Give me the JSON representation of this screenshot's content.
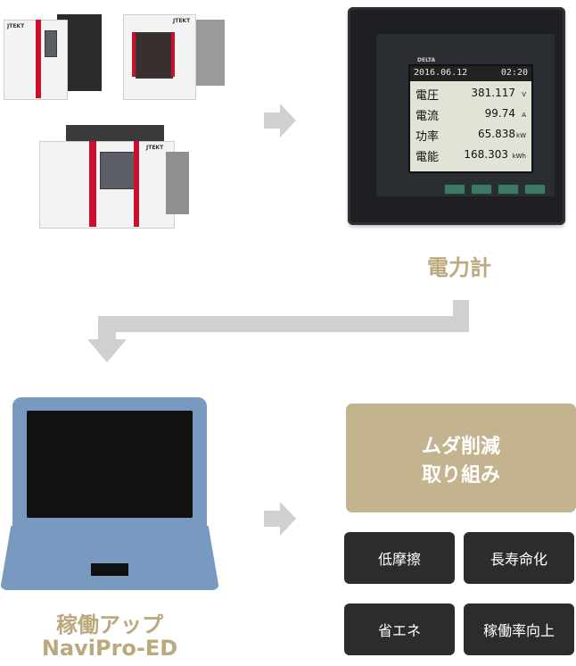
{
  "meter": {
    "brand": "DELTA",
    "date": "2016.06.12",
    "time": "02:20",
    "rows": [
      {
        "label": "電圧",
        "value": "381.117",
        "unit": "V"
      },
      {
        "label": "電流",
        "value": "99.74",
        "unit": "A"
      },
      {
        "label": "功率",
        "value": "65.838",
        "unit": "kW"
      },
      {
        "label": "電能",
        "value": "168.303",
        "unit": "kWh"
      }
    ]
  },
  "labels": {
    "power_meter": "電力計",
    "app_line1": "稼働アップ",
    "app_line2": "NaviPro-ED"
  },
  "outcome": {
    "line1": "ムダ削減",
    "line2": "取り組み",
    "benefits": [
      "低摩擦",
      "長寿命化",
      "省エネ",
      "稼働率向上"
    ]
  },
  "machine_logo": "JTEKT",
  "colors": {
    "arrow": "#d0d0d0",
    "gold_text": "#bba87c",
    "gold_panel": "#c3b38f",
    "benefit_bg": "#2c2c2c",
    "laptop": "#7899c0"
  }
}
